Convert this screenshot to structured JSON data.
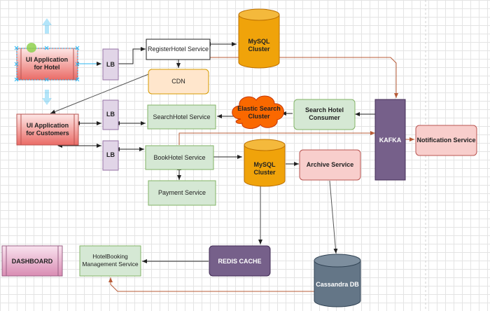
{
  "nodes": {
    "ui_hotel": [
      "UI Application",
      "for Hotel"
    ],
    "ui_customers": [
      "UI Application",
      "for Customers"
    ],
    "lb1": "LB",
    "lb2": "LB",
    "lb3": "LB",
    "register": "RegisterHotel Service",
    "cdn": "CDN",
    "search": "SearchHotel Service",
    "book": "BookHotel Service",
    "payment": "Payment Service",
    "mysql1": [
      "MySQL",
      "Cluster"
    ],
    "mysql2": [
      "MySQL",
      "Cluster"
    ],
    "elastic": [
      "Elastic Search",
      "Cluster"
    ],
    "consumer": [
      "Search Hotel",
      "Consumer"
    ],
    "archive": "Archive Service",
    "kafka": "KAFKA",
    "notification": "Notification Service",
    "dashboard": "DASHBOARD",
    "management": [
      "HotelBooking",
      "Management Service"
    ],
    "redis": "REDIS CACHE",
    "cassandra": "Cassandra DB"
  },
  "colors": {
    "red_fill": "#f8cecc",
    "red_stroke": "#b85450",
    "orange": "#f0a30a",
    "orange_stroke": "#bd7000",
    "green_fill": "#d5e8d4",
    "green_stroke": "#82b366",
    "purple_fill": "#e1d5e7",
    "purple_stroke": "#9673a6",
    "kafka": "#76608a",
    "cdn_fill": "#ffe6cc",
    "cdn_stroke": "#d79b00",
    "elastic": "#fa6800",
    "cassandra": "#647687",
    "dashboard": "#e6d0de",
    "selection": "#29b6f2"
  }
}
